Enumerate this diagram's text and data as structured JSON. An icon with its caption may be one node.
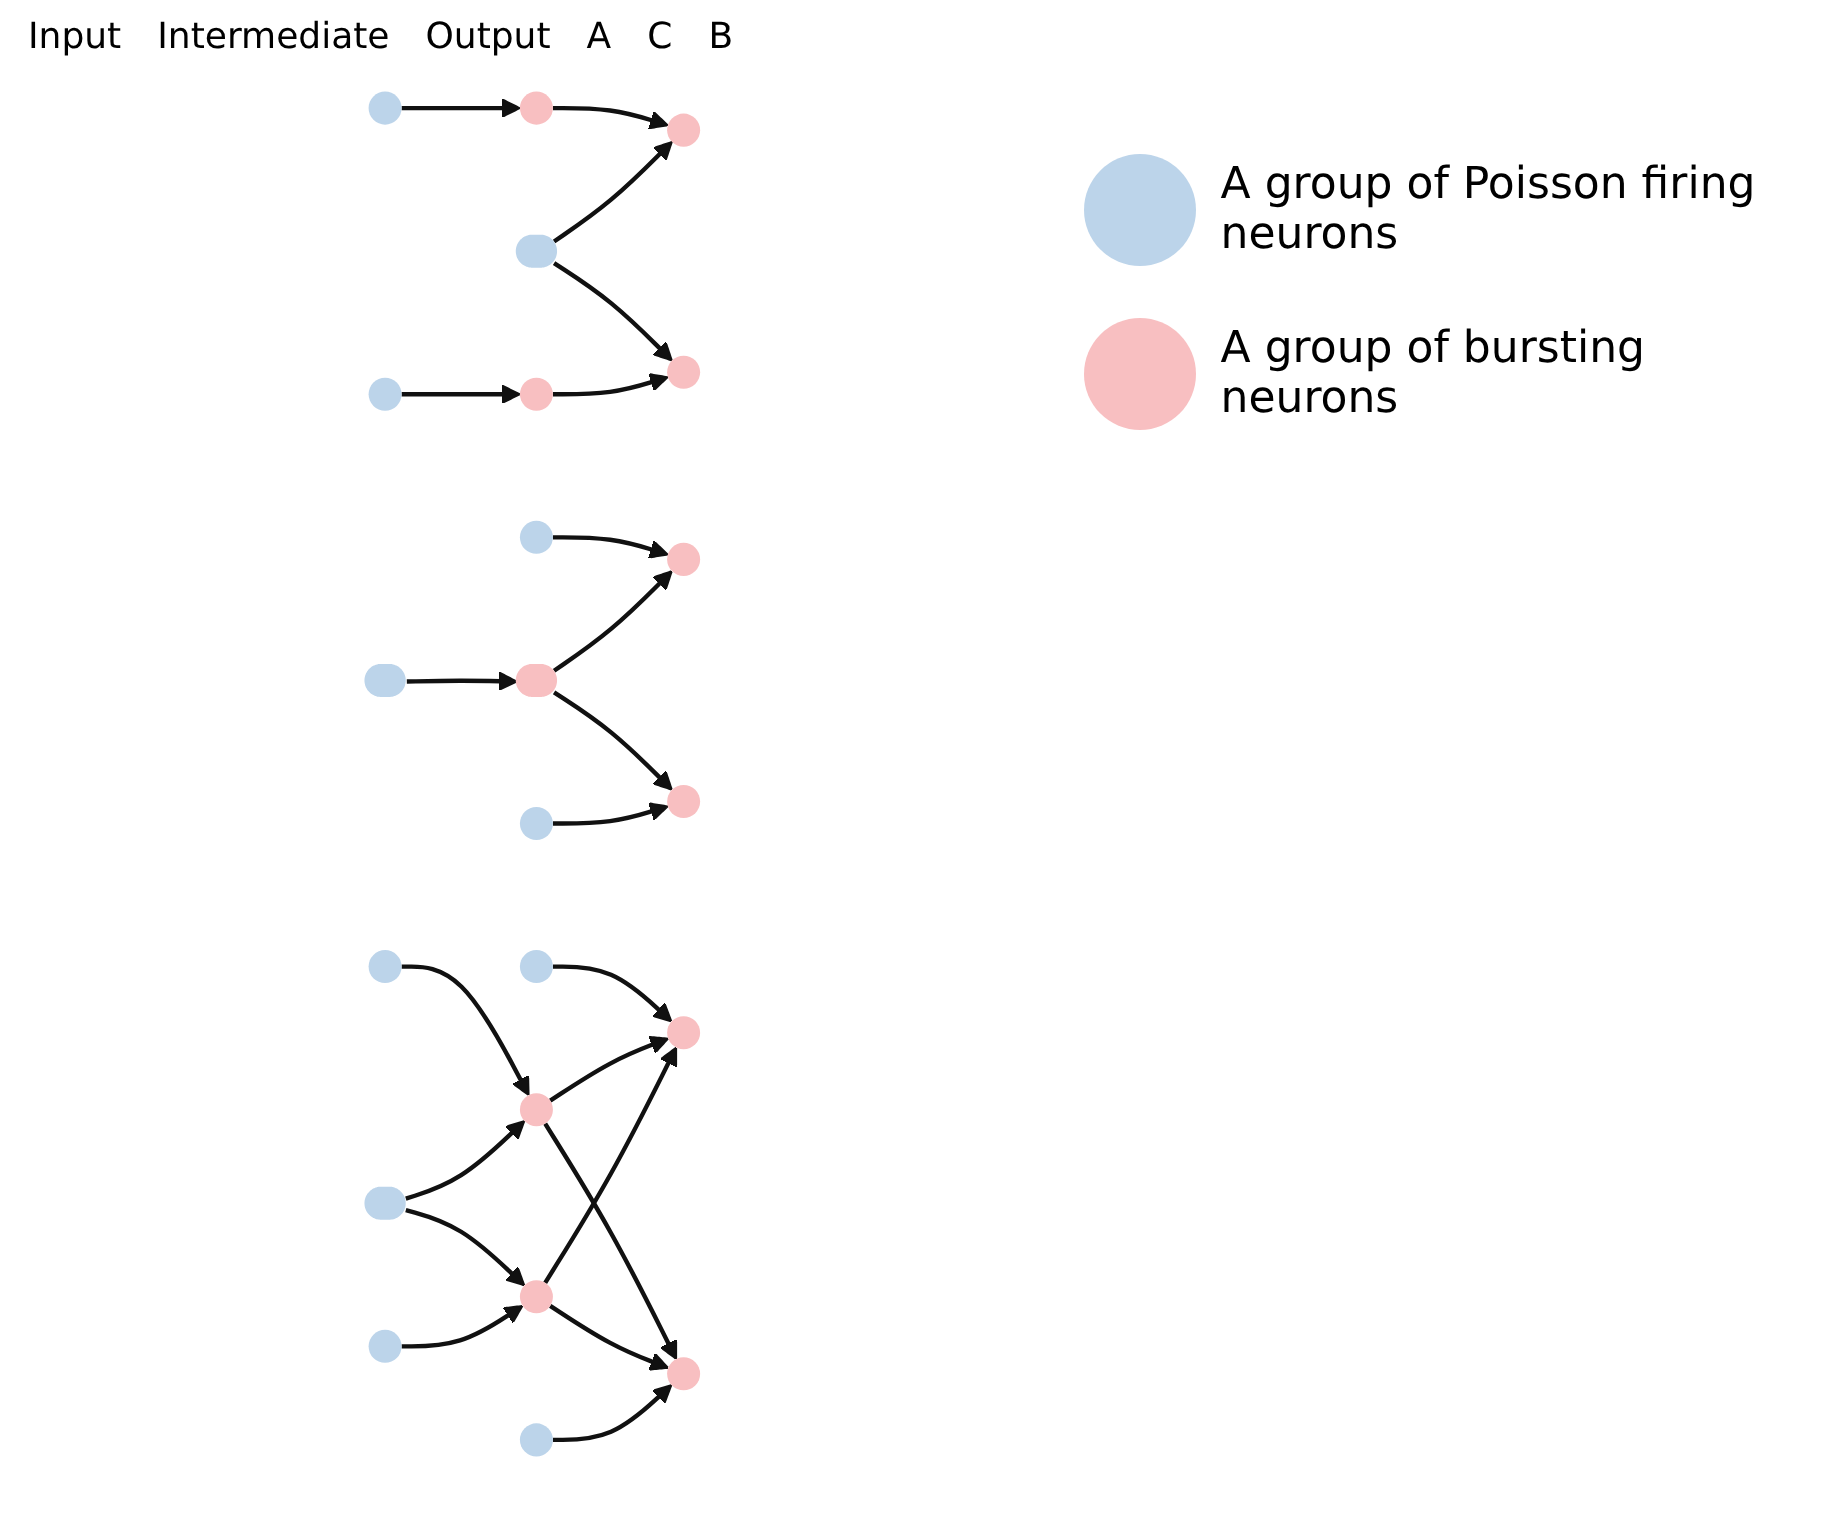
{
  "diagram": {
    "nodes": [
      {
        "text": [],
        "shape": "circle"
      },
      {
        "text": [],
        "shape": "circle"
      },
      {
        "text": [],
        "shape": "circle"
      },
      {
        "text": [],
        "shape": "ellipse"
      },
      {
        "text": [],
        "shape": "circle"
      },
      {
        "text": [],
        "shape": "circle"
      },
      {
        "text": [],
        "shape": "circle"
      },
      {
        "text": [],
        "shape": "circle"
      },
      {
        "text": [],
        "shape": "circle"
      },
      {
        "text": [],
        "shape": "ellipse"
      },
      {
        "text": [],
        "shape": "ellipse"
      },
      {
        "text": [],
        "shape": "circle"
      },
      {
        "text": [],
        "shape": "circle"
      },
      {
        "text": [],
        "shape": "circle"
      },
      {
        "text": [],
        "shape": "circle"
      },
      {
        "text": [],
        "shape": "circle"
      },
      {
        "text": [],
        "shape": "circle"
      },
      {
        "text": [],
        "shape": "ellipse"
      },
      {
        "text": [],
        "shape": "circle"
      },
      {
        "text": [],
        "shape": "circle"
      },
      {
        "text": [],
        "shape": "circle"
      },
      {
        "text": [],
        "shape": "circle"
      }
    ],
    "edges": [
      {
        "from": 0,
        "to": 1,
        "arrow": "to"
      },
      {
        "from": 1,
        "to": 2,
        "arrow": "to"
      },
      {
        "from": 3,
        "to": 2,
        "arrow": "to"
      },
      {
        "from": 3,
        "to": 6,
        "arrow": "to"
      },
      {
        "from": 4,
        "to": 5,
        "arrow": "to"
      },
      {
        "from": 5,
        "to": 6,
        "arrow": "to"
      },
      {
        "from": 7,
        "to": 8,
        "arrow": "to"
      },
      {
        "from": 9,
        "to": 10,
        "arrow": "to"
      },
      {
        "from": 10,
        "to": 8,
        "arrow": "to"
      },
      {
        "from": 10,
        "to": 12,
        "arrow": "to"
      },
      {
        "from": 11,
        "to": 12,
        "arrow": "to"
      },
      {
        "from": 13,
        "to": 15,
        "arrow": "to"
      },
      {
        "from": 14,
        "to": 16,
        "arrow": "to"
      },
      {
        "from": 16,
        "to": 15,
        "arrow": "to"
      },
      {
        "from": 16,
        "to": 20,
        "arrow": "to"
      },
      {
        "from": 17,
        "to": 16,
        "arrow": "to"
      },
      {
        "from": 17,
        "to": 18,
        "arrow": "to"
      },
      {
        "from": 18,
        "to": 15,
        "arrow": "to"
      },
      {
        "from": 19,
        "to": 18,
        "arrow": "to"
      },
      {
        "from": 18,
        "to": 20,
        "arrow": "to"
      },
      {
        "from": 21,
        "to": 20,
        "arrow": "to"
      }
    ],
    "labels": [
      "Input",
      "Intermediate",
      "Output",
      "A",
      "C",
      "B"
    ],
    "legend": [
      {
        "text": "A group of Poisson firing neurons",
        "color": "#bcd4ea"
      },
      {
        "text": "A group of bursting neurons",
        "color": "#f8bfc1"
      }
    ]
  }
}
